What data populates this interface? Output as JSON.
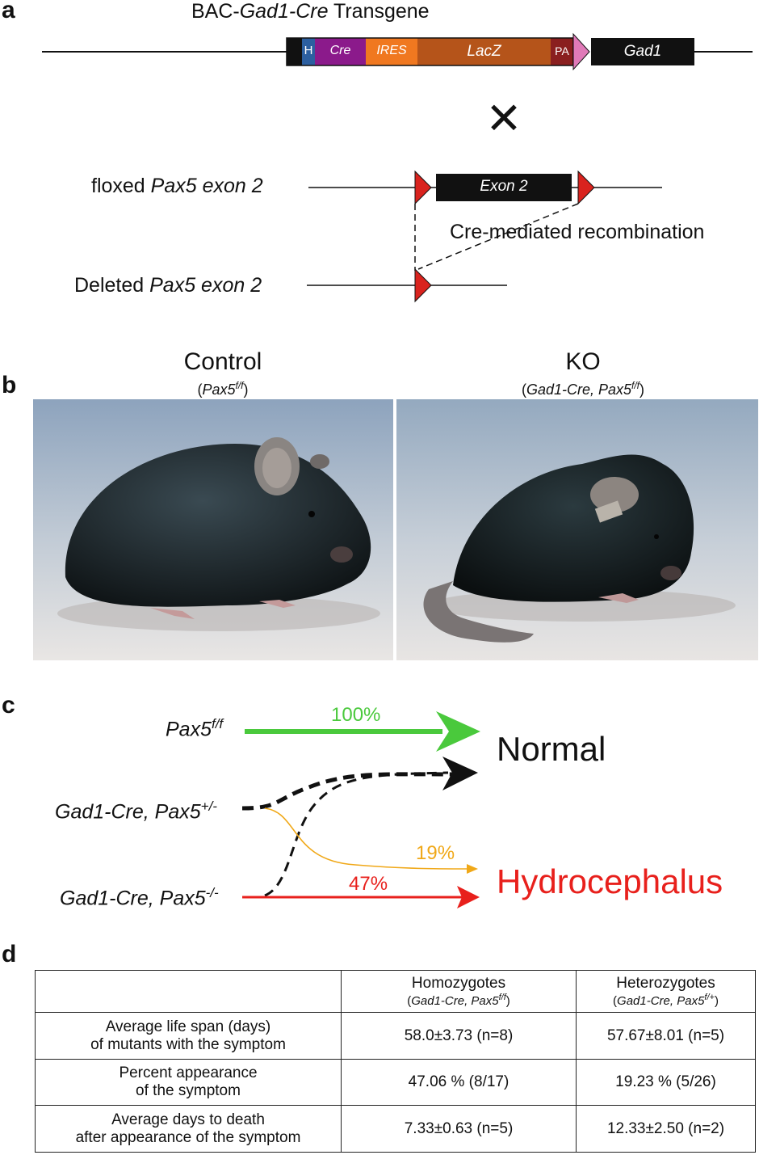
{
  "panel_a": {
    "letter": "a",
    "title_prefix": "BAC-",
    "title_italic": "Gad1-Cre",
    "title_suffix": " Transgene",
    "segments": {
      "h": "H",
      "cre": "Cre",
      "ires": "IRES",
      "lacz": "LacZ",
      "pa": "PA",
      "gad1": "Gad1"
    },
    "cross_symbol": "✕",
    "floxed_prefix": "floxed ",
    "floxed_italic": "Pax5 exon 2",
    "exon_label": "Exon 2",
    "recombination_label": "Cre-mediated recombination",
    "deleted_prefix": "Deleted ",
    "deleted_italic": "Pax5 exon 2",
    "colors": {
      "h": "#2c5fa0",
      "cre": "#8b1a8b",
      "ires": "#f07820",
      "lacz": "#b5541a",
      "pa": "#8a1f1f",
      "arrow": "#e07ab8",
      "loxp": "#d9231e"
    }
  },
  "panel_b": {
    "letter": "b",
    "control_title": "Control",
    "control_genotype_base": "Pax5",
    "control_genotype_sup": "f/f",
    "ko_title": "KO",
    "ko_genotype_base": "Gad1-Cre, Pax5",
    "ko_genotype_sup": "f/f"
  },
  "panel_c": {
    "letter": "c",
    "row1_base": "Pax5",
    "row1_sup": "f/f",
    "row2_base": "Gad1-Cre, Pax5",
    "row2_sup": "+/-",
    "row3_base": "Gad1-Cre, Pax5",
    "row3_sup": "-/-",
    "pct_normal": "100%",
    "pct_het": "19%",
    "pct_hom": "47%",
    "outcome_normal": "Normal",
    "outcome_hydro": "Hydrocephalus",
    "colors": {
      "green": "#4ac93c",
      "orange": "#f0a818",
      "red": "#e8201c",
      "black": "#111111"
    }
  },
  "panel_d": {
    "letter": "d",
    "header_homo": "Homozygotes",
    "header_homo_sub": "(Gad1-Cre, Pax5f/f)",
    "header_homo_sub_base": "Gad1-Cre, Pax5",
    "header_homo_sub_sup": "f/f",
    "header_het": "Heterozygotes",
    "header_het_sub_base": "Gad1-Cre, Pax5",
    "header_het_sub_sup": "f/+",
    "rows": [
      {
        "label_line1": "Average life span (days)",
        "label_line2": "of mutants with the symptom",
        "homo": "58.0±3.73 (n=8)",
        "het": "57.67±8.01 (n=5)"
      },
      {
        "label_line1": "Percent appearance",
        "label_line2": "of the symptom",
        "homo": "47.06 % (8/17)",
        "het": "19.23 % (5/26)"
      },
      {
        "label_line1": "Average days to death",
        "label_line2": "after appearance of the symptom",
        "homo": "7.33±0.63 (n=5)",
        "het": "12.33±2.50 (n=2)"
      }
    ]
  }
}
